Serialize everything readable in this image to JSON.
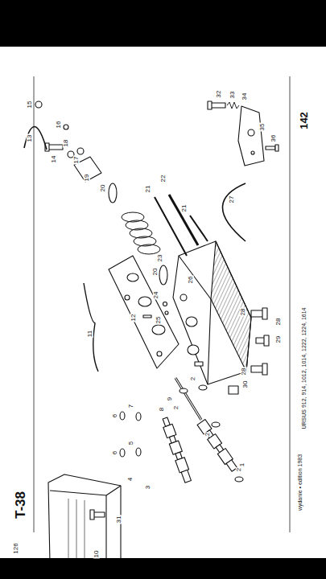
{
  "diagram": {
    "labels": [
      "T-38",
      "142",
      "126",
      "wydanie • edition 1983",
      "URSUS 912, 914, 1012, 1014, 1222, 1224, 1614",
      "1",
      "2",
      "2",
      "2",
      "2",
      "3",
      "4",
      "5",
      "6",
      "6",
      "7",
      "8",
      "9",
      "10",
      "11",
      "12",
      "13",
      "14",
      "15",
      "16",
      "17",
      "18",
      "19",
      "20",
      "20",
      "21",
      "21",
      "22",
      "23",
      "24",
      "25",
      "26",
      "27",
      "28",
      "28",
      "28",
      "29",
      "30",
      "31",
      "32",
      "33",
      "34",
      "35",
      "36"
    ]
  }
}
